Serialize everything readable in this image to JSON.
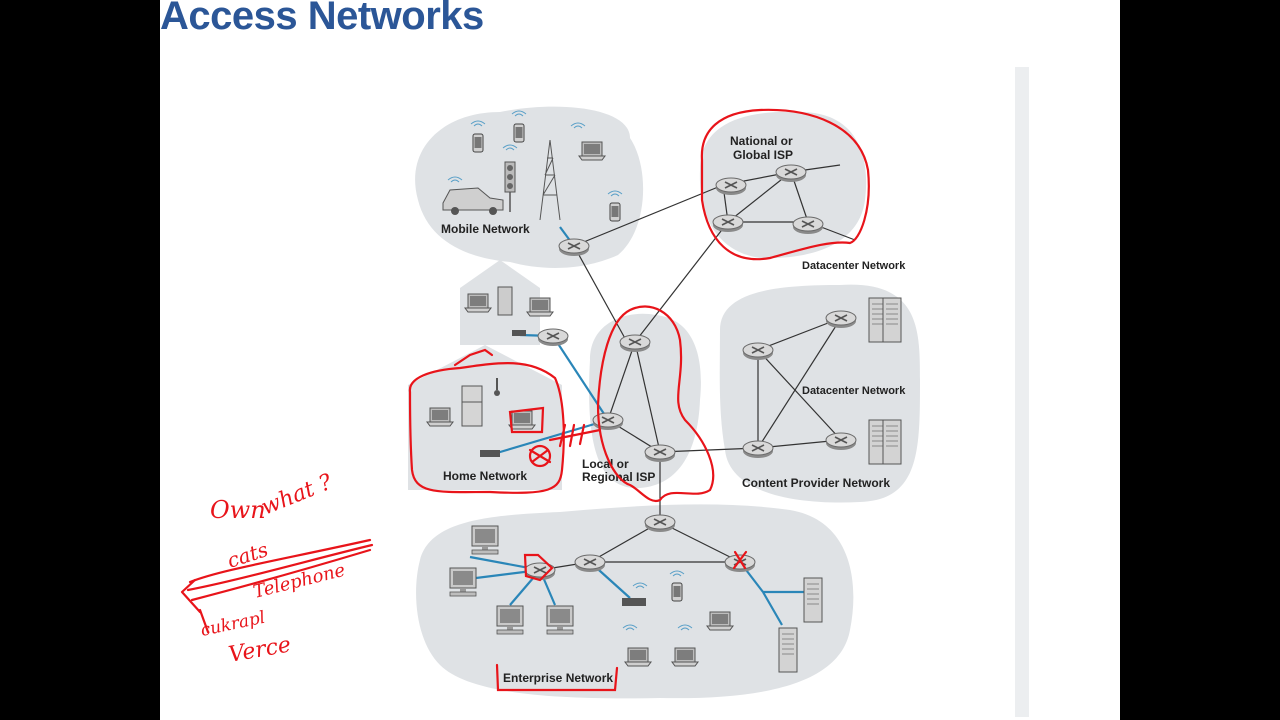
{
  "slide": {
    "title": "Access Networks"
  },
  "diagram": {
    "labels": {
      "mobile_network": "Mobile Network",
      "national_isp_line1": "National or",
      "national_isp_line2": "Global ISP",
      "datacenter_1": "Datacenter Network",
      "datacenter_2": "Datacenter Network",
      "home_network": "Home Network",
      "local_isp_line1": "Local or",
      "local_isp_line2": "Regional ISP",
      "content_provider": "Content Provider Network",
      "enterprise_network": "Enterprise Network"
    }
  },
  "annotations": {
    "handwritten": [
      "Own",
      "what ?",
      "cats",
      "Telephone",
      "cukrapl",
      "Verce"
    ],
    "color": "#e8141a"
  },
  "colors": {
    "title": "#2b5697",
    "cloud": "#dfe2e5",
    "access_link": "#2a86b8",
    "ink": "#e8141a"
  }
}
